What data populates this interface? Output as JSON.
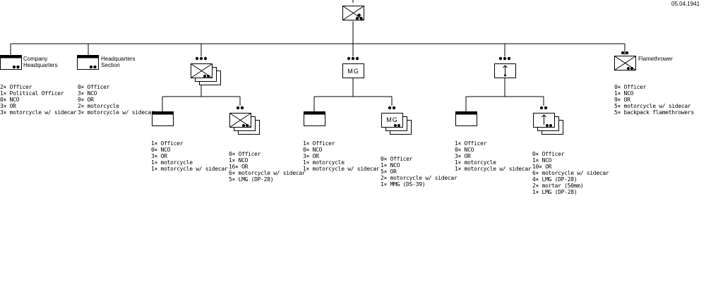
{
  "date": "05.04.1941",
  "units": {
    "hq_company": {
      "label": [
        "Company",
        "Headquarters"
      ],
      "roster": [
        "2× Officer",
        "1× Political Officer",
        "0× NCO",
        "3× OR",
        "3× motorcycle w/ sidecar"
      ]
    },
    "hq_section": {
      "label": [
        "Headquarters",
        "Section"
      ],
      "roster": [
        "0× Officer",
        "3× NCO",
        "9× OR",
        "2× motorcycle",
        "3× motorcycle w/ sidecar"
      ]
    },
    "platoon1_hq": {
      "roster": [
        "1× Officer",
        "0× NCO",
        "3× OR",
        "1× motorcycle",
        "1× motorcycle w/ sidecar"
      ]
    },
    "platoon1_squads": {
      "roster": [
        "0× Officer",
        "1× NCO",
        "16× OR",
        "6× motorcycle w/ sidecar",
        "5× LMG (DP-28)"
      ]
    },
    "platoon2_hq": {
      "roster": [
        "1× Officer",
        "0× NCO",
        "3× OR",
        "1× motorcycle",
        "1× motorcycle w/ sidecar"
      ]
    },
    "platoon2_squads": {
      "mg_label": "MG",
      "roster": [
        "0× Officer",
        "1× NCO",
        "5× OR",
        "2× motorcycle w/ sidecar",
        "1× MMG (DS-39)"
      ]
    },
    "platoon2_mg_label": "MG",
    "platoon3_hq": {
      "roster": [
        "1× Officer",
        "0× NCO",
        "3× OR",
        "1× motorcycle",
        "1× motorcycle w/ sidecar"
      ]
    },
    "platoon3_squads": {
      "roster": [
        "0× Officer",
        "1× NCO",
        "10× OR",
        "6× motorcycle w/ sidecar",
        "4× LMG (DP-28)",
        "2× mortar (50mm)",
        "1× LMG (DP-28)"
      ]
    },
    "flamethrower": {
      "label": [
        "Flamethrower"
      ],
      "roster": [
        "0× Officer",
        "1× NCO",
        "9× OR",
        "5× motorcycle w/ sidecar",
        "5× backpack flamethrowers"
      ]
    }
  }
}
